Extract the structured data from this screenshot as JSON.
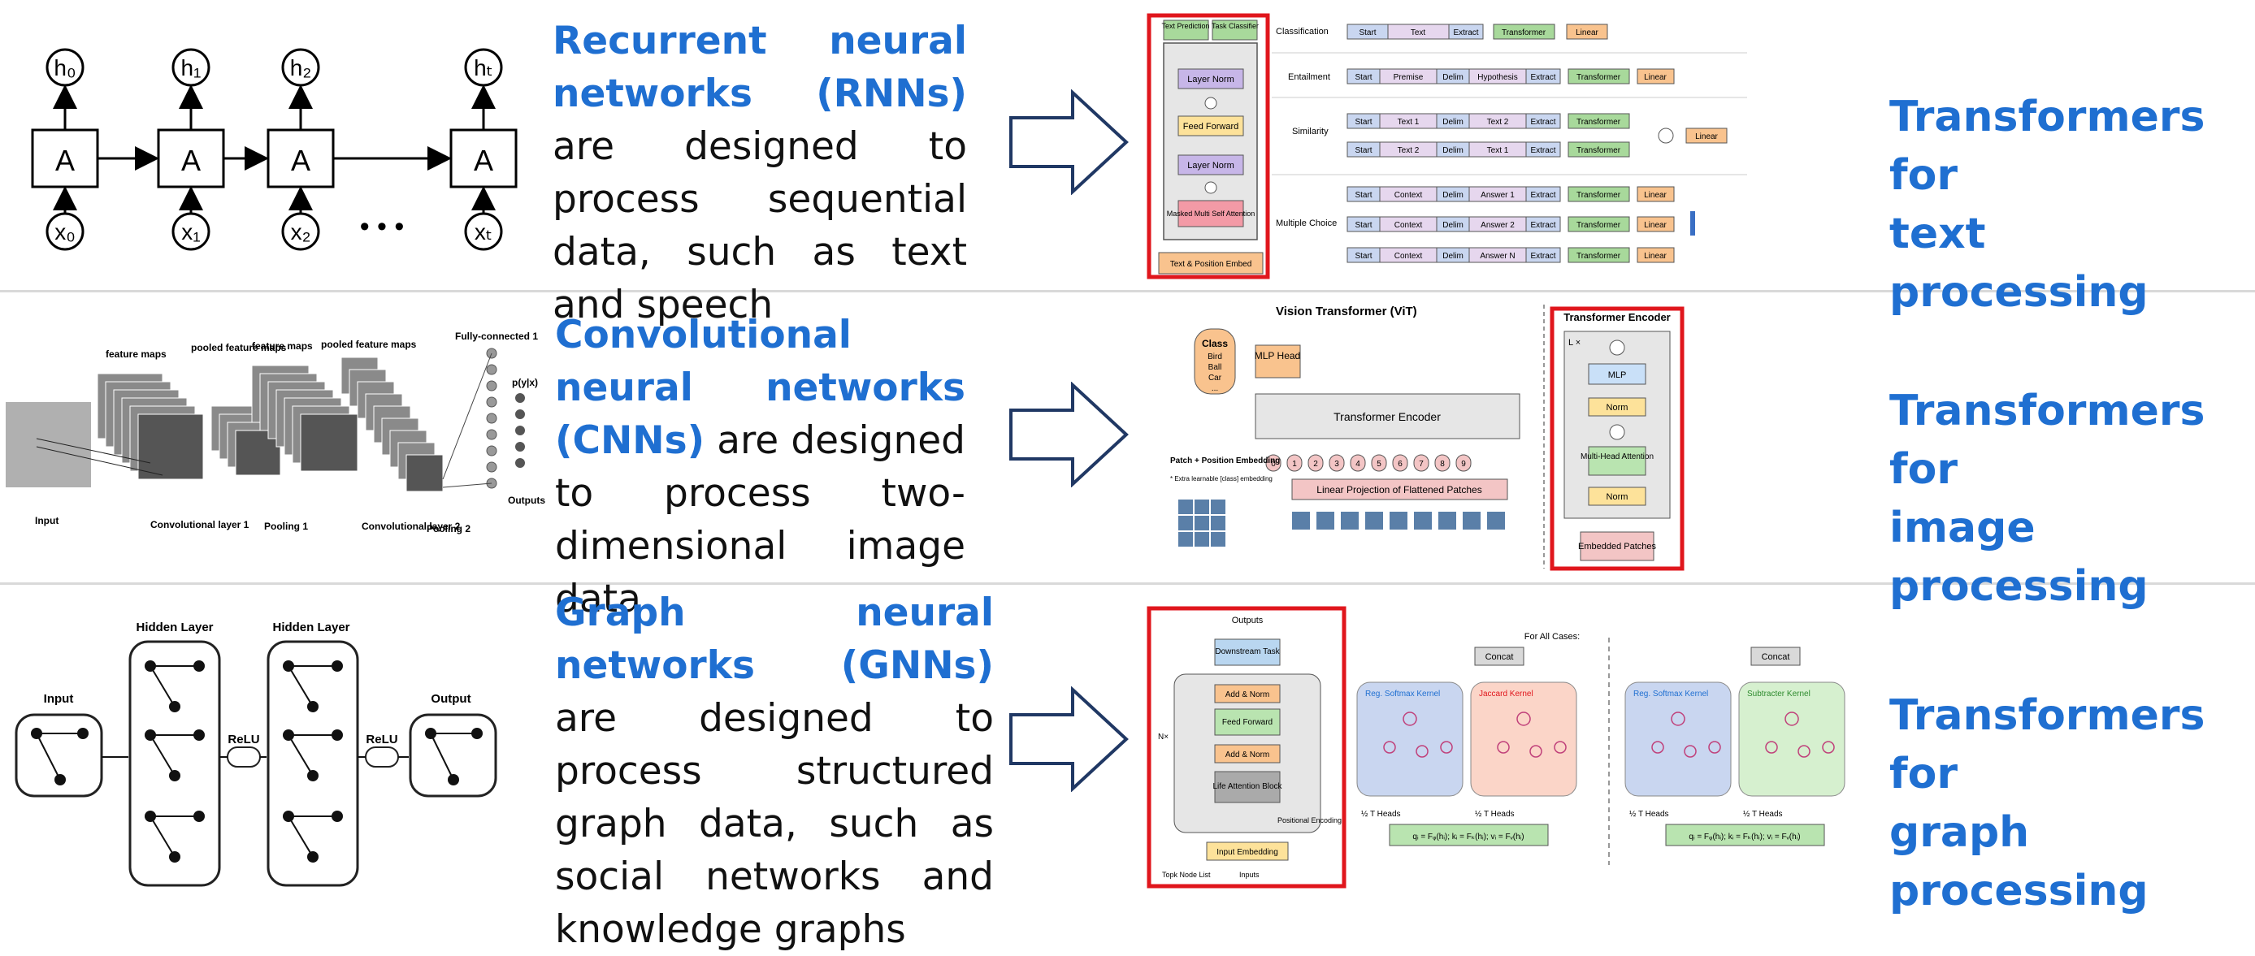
{
  "rows": [
    {
      "desc": {
        "highlight": "Recurrent neural networks (RNNs)",
        "rest": " are designed to process sequential data, such as text and speech"
      },
      "title": [
        "Transformers for",
        "text processing"
      ]
    },
    {
      "desc": {
        "highlight": "Convolutional neural networks (CNNs)",
        "rest": " are designed to process two-dimensional image data"
      },
      "title": [
        "Transformers for",
        "image processing"
      ]
    },
    {
      "desc": {
        "highlight": "Graph neural networks (GNNs)",
        "rest": " are designed to process structured graph data, such as social networks and knowledge graphs"
      },
      "title": [
        "Transformers for",
        "graph processing"
      ]
    }
  ],
  "rnn": {
    "h": [
      "h₀",
      "h₁",
      "h₂",
      "hₜ"
    ],
    "x": [
      "x₀",
      "x₁",
      "x₂",
      "xₜ"
    ],
    "cell": "A",
    "dots": "• • •"
  },
  "cnn": {
    "labels": {
      "input": "Input",
      "conv1": "Convolutional layer 1",
      "pool1": "Pooling 1",
      "conv2": "Convolutional layer 2",
      "pool2": "Pooling 2",
      "fm1": "feature maps",
      "pfm1": "pooled feature maps",
      "fm2": "feature maps",
      "pfm2": "pooled feature maps",
      "fc": "Fully-connected 1",
      "outputs": "Outputs",
      "py": "p(y|x)"
    }
  },
  "gnn": {
    "input": "Input",
    "hidden1": "Hidden Layer",
    "hidden2": "Hidden Layer",
    "output": "Output",
    "relu": "ReLU"
  },
  "gpt": {
    "text_prediction": "Text Prediction",
    "task_classifier": "Task Classifier",
    "layer_norm": "Layer Norm",
    "feed_forward": "Feed Forward",
    "masked_attention": "Masked Multi Self Attention",
    "embed": "Text & Position Embed",
    "tasks": [
      {
        "name": "Classification",
        "rows": [
          [
            "Start",
            "Text",
            "Extract"
          ]
        ],
        "outs": [
          "Transformer",
          "Linear"
        ]
      },
      {
        "name": "Entailment",
        "rows": [
          [
            "Start",
            "Premise",
            "Delim",
            "Hypothesis",
            "Extract"
          ]
        ],
        "outs": [
          "Transformer",
          "Linear"
        ]
      },
      {
        "name": "Similarity",
        "rows": [
          [
            "Start",
            "Text 1",
            "Delim",
            "Text 2",
            "Extract"
          ],
          [
            "Start",
            "Text 2",
            "Delim",
            "Text 1",
            "Extract"
          ]
        ],
        "outs": [
          "Transformer",
          "Transformer",
          "Linear"
        ]
      },
      {
        "name": "Multiple Choice",
        "rows": [
          [
            "Start",
            "Context",
            "Delim",
            "Answer 1",
            "Extract"
          ],
          [
            "Start",
            "Context",
            "Delim",
            "Answer 2",
            "Extract"
          ],
          [
            "Start",
            "Context",
            "Delim",
            "Answer N",
            "Extract"
          ]
        ],
        "outs": [
          "Transformer",
          "Linear",
          "Transformer",
          "Linear",
          "Transformer",
          "Linear"
        ]
      }
    ]
  },
  "vit": {
    "title": "Vision Transformer (ViT)",
    "class": "Class",
    "classes": [
      "Bird",
      "Ball",
      "Car",
      "..."
    ],
    "mlp_head": "MLP Head",
    "encoder": "Transformer Encoder",
    "patch_embed": "Patch + Position Embedding",
    "extra_token": "* Extra learnable [class] embedding",
    "linear_proj": "Linear Projection of Flattened Patches",
    "enc_title": "Transformer Encoder",
    "lx": "L ×",
    "mlp": "MLP",
    "norm": "Norm",
    "mha": "Multi-Head Attention",
    "embedded_patches": "Embedded Patches",
    "patch_ids": [
      "0",
      "1",
      "2",
      "3",
      "4",
      "5",
      "6",
      "7",
      "8",
      "9"
    ]
  },
  "gt": {
    "outputs": "Outputs",
    "downstream": "Downstream Task",
    "add_norm": "Add & Norm",
    "feed_forward": "Feed Forward",
    "life_attention": "Life Attention Block",
    "nx": "N×",
    "positional": "Positional Encoding",
    "input_embedding": "Input Embedding",
    "topk": "Topk Node List",
    "inputs": "Inputs",
    "for_all": "For All Cases:",
    "concat": "Concat",
    "kernels": [
      "Reg. Softmax Kernel",
      "Jaccard Kernel",
      "Reg. Softmax Kernel",
      "Subtracter Kernel"
    ],
    "heads": "½ T Heads",
    "qkv": "qᵢ = Fᵩ(hᵢ); kᵢ = Fₖ(hᵢ); vᵢ = Fᵥ(hᵢ)"
  }
}
